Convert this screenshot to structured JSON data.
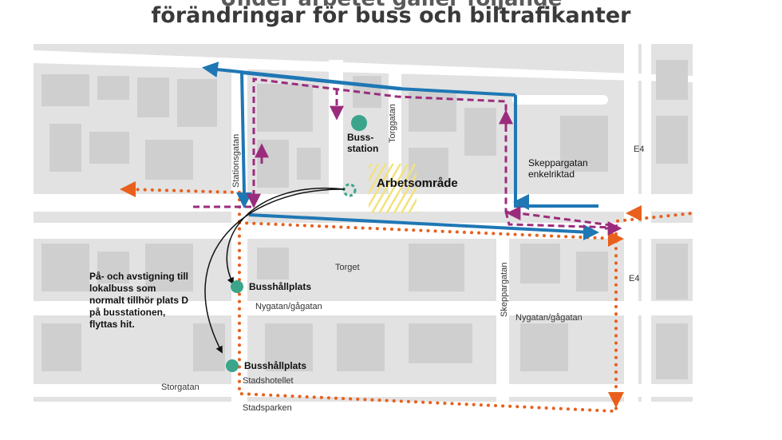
{
  "title": {
    "line1": "Under arbetet gäller följande",
    "line2": "förändringar för buss och biltrafikanter"
  },
  "labels": {
    "bus_station": "Buss-\nstation",
    "work_area": "Arbetsområde",
    "skeppargatan_oneway": "Skeppargatan\nenkelriktad",
    "torget": "Torget",
    "nygatan_left": "Nygatan/gågatan",
    "nygatan_right": "Nygatan/gågatan",
    "stadshotellet": "Stadshotellet",
    "storgatan": "Storgatan",
    "stadsparken": "Stadsparken",
    "e4_top": "E4",
    "e4_mid": "E4",
    "stationsgatan": "Stationsgatan",
    "torggatan": "Torggatan",
    "skeppargatan": "Skeppargatan",
    "bus_stop_1": "Busshållplats",
    "bus_stop_2": "Busshållplats",
    "note": "På- och avstigning till lokalbuss som normalt tillhör plats D på busstationen, flyttas hit."
  },
  "colors": {
    "blue_route": "#1f77b4",
    "purple_route": "#9b2c7d",
    "orange_route": "#e8601c",
    "bus_stop": "#3aa58a",
    "work_area": "#f3e27a"
  }
}
